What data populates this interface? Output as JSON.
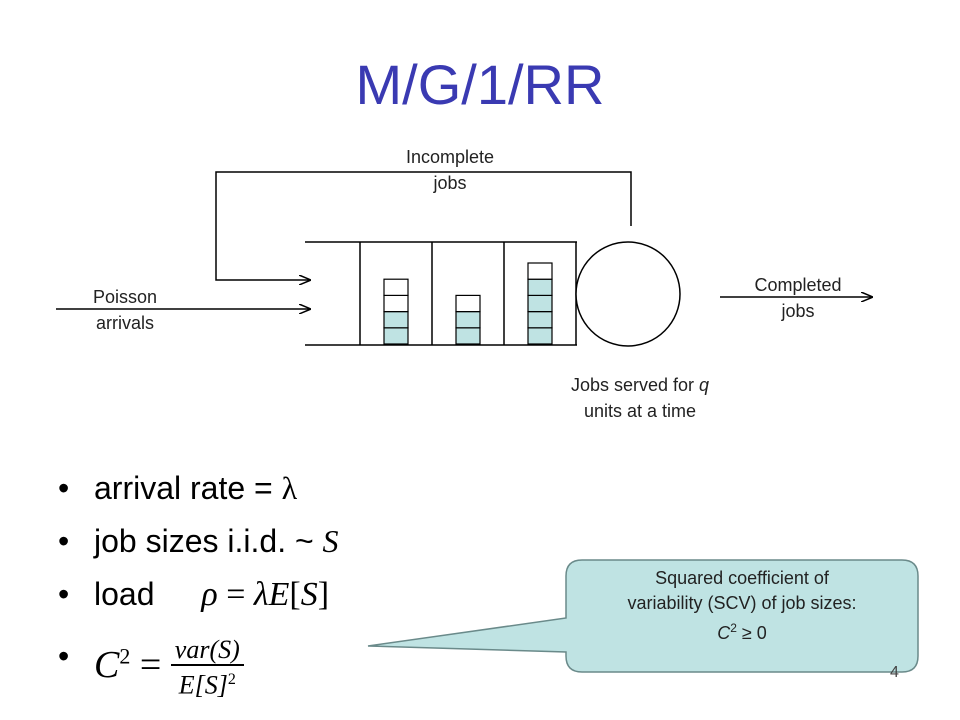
{
  "slide": {
    "title": "M/G/1/RR",
    "page_number": "4"
  },
  "diagram": {
    "feedback_label": [
      "Incomplete",
      "jobs"
    ],
    "arrivals_label": [
      "Poisson",
      "arrivals"
    ],
    "completed_label": [
      "Completed",
      "jobs"
    ],
    "server_label": {
      "line1_prefix": "Jobs served for ",
      "line1_var": "q",
      "line2": "units at a time"
    },
    "queue_columns": [
      {
        "total_blocks": 4,
        "filled_blocks": 2
      },
      {
        "total_blocks": 3,
        "filled_blocks": 2
      },
      {
        "total_blocks": 5,
        "filled_blocks": 4
      }
    ],
    "colors": {
      "block_fill": "#bfe3e3",
      "line": "#000000"
    }
  },
  "bullets": {
    "item1_text": "arrival rate = ",
    "item1_symbol": "λ",
    "item2_text": "job sizes i.i.d. ~ ",
    "item2_symbol": "S",
    "item3_text": "load",
    "item3_formula": {
      "lhs": "ρ",
      "eq": " = ",
      "rhs_var": "λE",
      "rhs_open": "[",
      "rhs_arg": "S",
      "rhs_close": "]"
    },
    "item4_formula": {
      "lhs": "C",
      "lhs_sup": "2",
      "eq": " = ",
      "numerator": "var(S)",
      "denominator": "E[S]",
      "denominator_sup": "2"
    }
  },
  "callout": {
    "text_line1": "Squared coefficient of",
    "text_line2": "variability (SCV) of job sizes:",
    "text_line3_var": "C",
    "text_line3_sup": "2",
    "text_line3_rel": " ≥ 0",
    "fill": "#bfe3e3",
    "border": "#6a8a8a"
  }
}
